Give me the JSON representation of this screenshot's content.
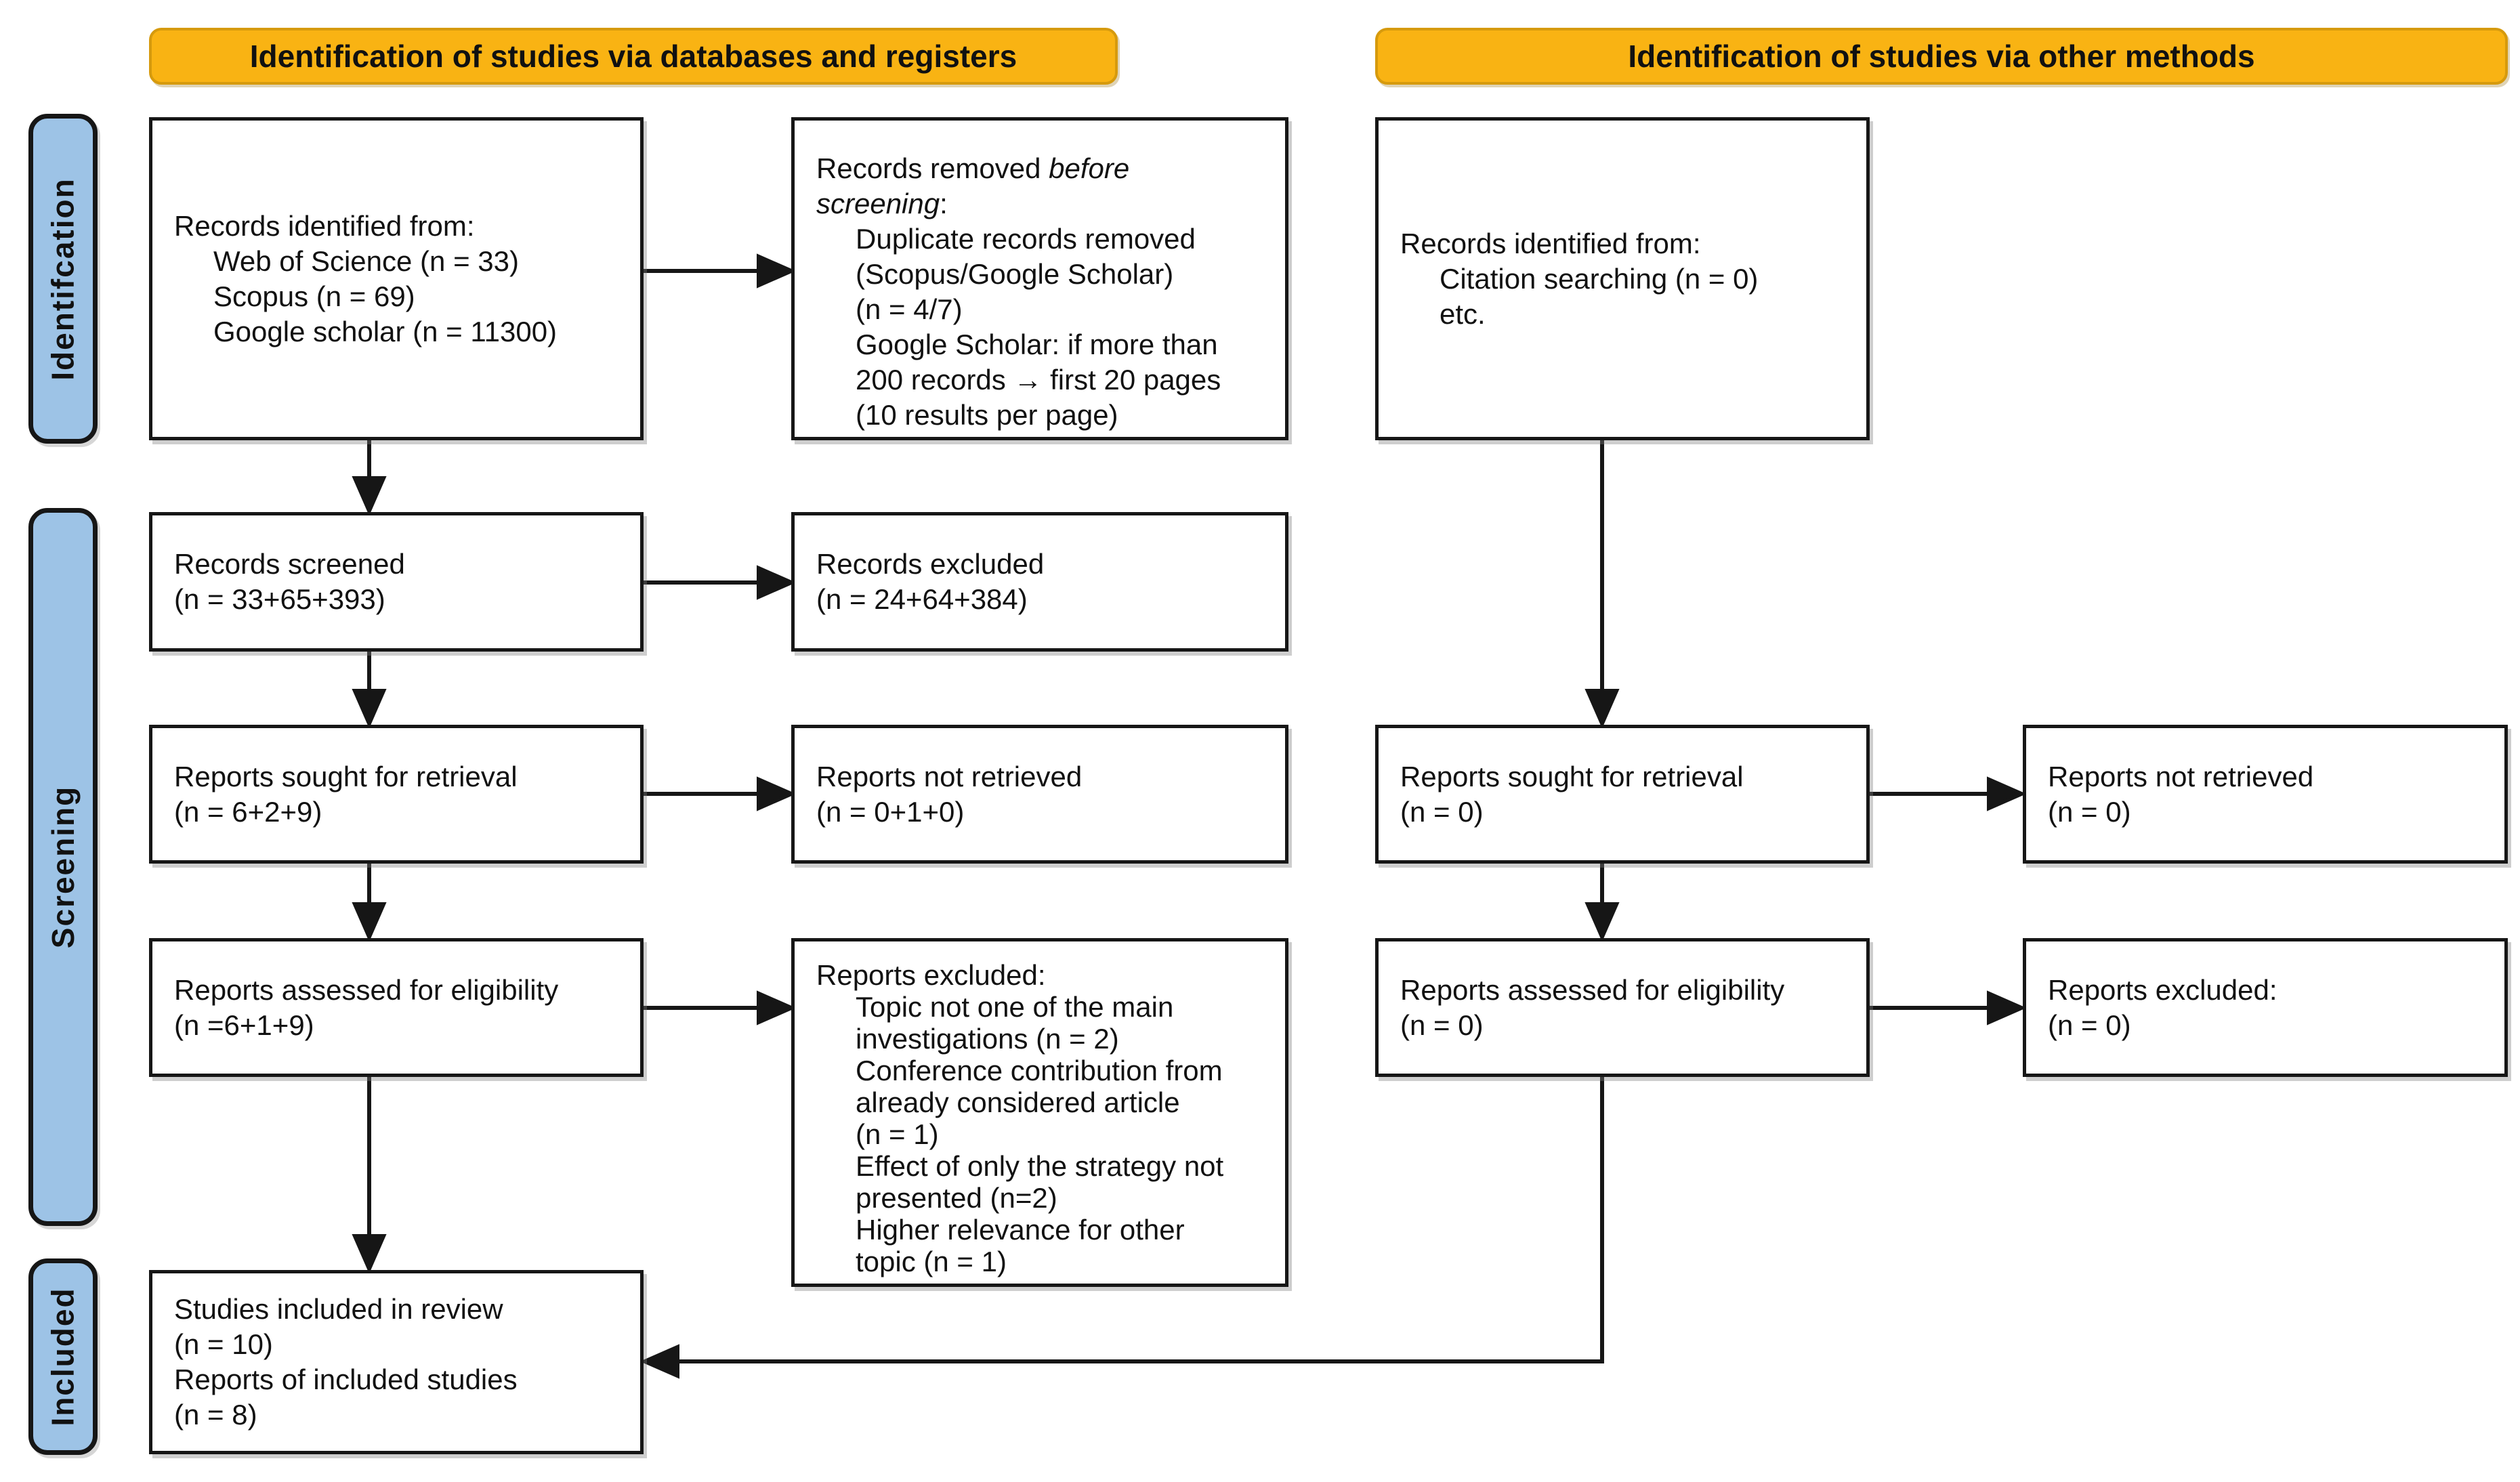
{
  "colors": {
    "header_bg": "#F9B313",
    "header_border": "#D69A0D",
    "tab_bg": "#9DC3E6",
    "box_border": "#161616",
    "text": "#111111"
  },
  "headers": {
    "databases": "Identification of studies via databases and registers",
    "other": "Identification of studies via other methods"
  },
  "stage_labels": {
    "identification": "Identifcation",
    "screening": "Screening",
    "included": "Included"
  },
  "boxes": {
    "records_identified_databases": {
      "lines": [
        "Records identified from:",
        "Web of Science (n = 33)",
        "Scopus (n = 69)",
        "Google scholar (n = 11300)"
      ]
    },
    "records_removed": {
      "line1_pre": "Records removed ",
      "line1_italic": "before",
      "line2_italic": "screening",
      "line2_suffix": ":",
      "items": [
        "Duplicate records removed",
        "(Scopus/Google Scholar)",
        "(n = 4/7)",
        "Google Scholar: if more than",
        "200 records → first 20 pages",
        "(10 results per page)"
      ]
    },
    "records_screened": {
      "lines": [
        "Records screened",
        "(n = 33+65+393)"
      ]
    },
    "records_excluded": {
      "lines": [
        "Records excluded",
        "(n = 24+64+384)"
      ]
    },
    "reports_sought_databases": {
      "lines": [
        "Reports sought for retrieval",
        "(n = 6+2+9)"
      ]
    },
    "reports_not_retrieved_databases": {
      "lines": [
        "Reports not retrieved",
        "(n = 0+1+0)"
      ]
    },
    "reports_assessed_databases": {
      "lines": [
        "Reports assessed for eligibility",
        "(n =6+1+9)"
      ]
    },
    "reports_excluded_databases": {
      "title": "Reports excluded:",
      "items": [
        "Topic not one of the main",
        "investigations (n = 2)",
        "Conference contribution from",
        "already considered article",
        "(n = 1)",
        "Effect of only the strategy not",
        "presented (n=2)",
        "Higher relevance for other",
        "topic (n = 1)"
      ]
    },
    "records_identified_other": {
      "lines": [
        "Records identified from:",
        "Citation searching (n = 0)",
        "etc."
      ]
    },
    "reports_sought_other": {
      "lines": [
        "Reports sought for retrieval",
        "(n = 0)"
      ]
    },
    "reports_not_retrieved_other": {
      "lines": [
        "Reports not retrieved",
        "(n = 0)"
      ]
    },
    "reports_assessed_other": {
      "lines": [
        "Reports assessed for eligibility",
        "(n = 0)"
      ]
    },
    "reports_excluded_other": {
      "lines": [
        "Reports excluded:",
        "(n = 0)"
      ]
    },
    "studies_included": {
      "lines": [
        "Studies included in review",
        "(n = 10)",
        "Reports of included studies",
        "(n = 8)"
      ]
    }
  },
  "connections": [
    {
      "from": "records-identified-databases",
      "to": "records-removed-before-screening"
    },
    {
      "from": "records-identified-databases",
      "to": "records-screened"
    },
    {
      "from": "records-screened",
      "to": "records-excluded"
    },
    {
      "from": "records-screened",
      "to": "reports-sought-databases"
    },
    {
      "from": "reports-sought-databases",
      "to": "reports-not-retrieved-databases"
    },
    {
      "from": "reports-sought-databases",
      "to": "reports-assessed-databases"
    },
    {
      "from": "reports-assessed-databases",
      "to": "reports-excluded-databases"
    },
    {
      "from": "reports-assessed-databases",
      "to": "studies-included"
    },
    {
      "from": "records-identified-other",
      "to": "reports-sought-other"
    },
    {
      "from": "reports-sought-other",
      "to": "reports-not-retrieved-other"
    },
    {
      "from": "reports-sought-other",
      "to": "reports-assessed-other"
    },
    {
      "from": "reports-assessed-other",
      "to": "reports-excluded-other"
    },
    {
      "from": "reports-assessed-other",
      "to": "studies-included"
    }
  ]
}
